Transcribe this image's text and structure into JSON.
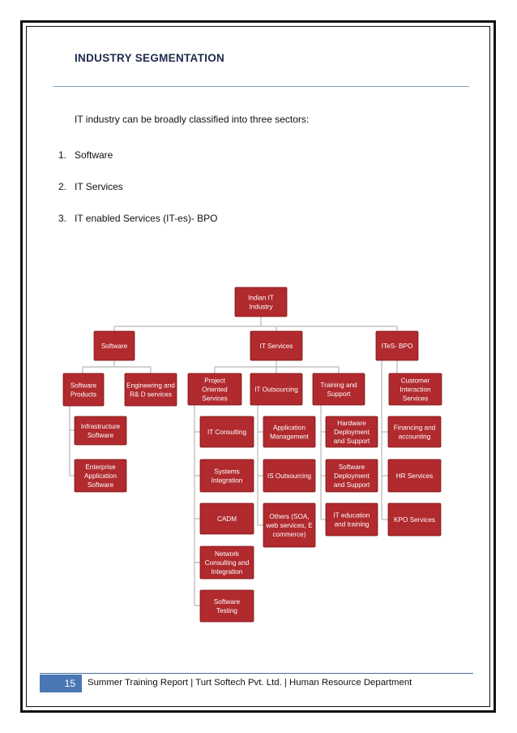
{
  "document": {
    "title": "INDUSTRY SEGMENTATION",
    "intro": "IT industry can be broadly classified into three sectors:",
    "sectors": [
      {
        "num": "1.",
        "label": "Software"
      },
      {
        "num": "2.",
        "label": "IT Services"
      },
      {
        "num": "3.",
        "label": "IT enabled Services (IT-es)- BPO"
      }
    ]
  },
  "diagram": {
    "box_color": "#b02a2e",
    "root": [
      "Indian IT",
      "Industry"
    ],
    "software": [
      "Software"
    ],
    "it_services": [
      "IT Services"
    ],
    "ites_bpo": [
      "ITeS- BPO"
    ],
    "software_products": [
      "Software",
      "Products"
    ],
    "engineering_rd": [
      "Engineering and",
      "R& D services"
    ],
    "project_oriented": [
      "Project",
      "Oriented",
      "Services"
    ],
    "it_outsourcing": [
      "IT Outsourcing"
    ],
    "training_support": [
      "Training and",
      "Support"
    ],
    "customer_interaction": [
      "Customer",
      "Interaction",
      "Services"
    ],
    "infrastructure_software": [
      "Infrastructure",
      "Software"
    ],
    "enterprise_application": [
      "Enterprise",
      "Application",
      "Software"
    ],
    "it_consulting": [
      "IT Consulting"
    ],
    "systems_integration": [
      "Systems",
      "Integration"
    ],
    "cadm": [
      "CADM"
    ],
    "network_consulting": [
      "Network",
      "Consulting and",
      "Integration"
    ],
    "software_testing": [
      "Software",
      "Testing"
    ],
    "application_management": [
      "Application",
      "Management"
    ],
    "is_outsourcing": [
      "IS Outsourcing"
    ],
    "others": [
      "Others (SOA,",
      "web services, E",
      "commerce)"
    ],
    "hardware_deployment": [
      "Hardware",
      "Deployment",
      "and Support"
    ],
    "software_deployment": [
      "Software",
      "Deployment",
      "and Support"
    ],
    "it_education": [
      "IT education",
      "and training"
    ],
    "financing_accounting": [
      "Financing and",
      "accounting"
    ],
    "hr_services": [
      "HR Services"
    ],
    "kpo_services": [
      "KPO Services"
    ]
  },
  "footer": {
    "page_number": "15",
    "text": "Summer Training Report | Turt Softech Pvt. Ltd. | Human Resource Department"
  }
}
